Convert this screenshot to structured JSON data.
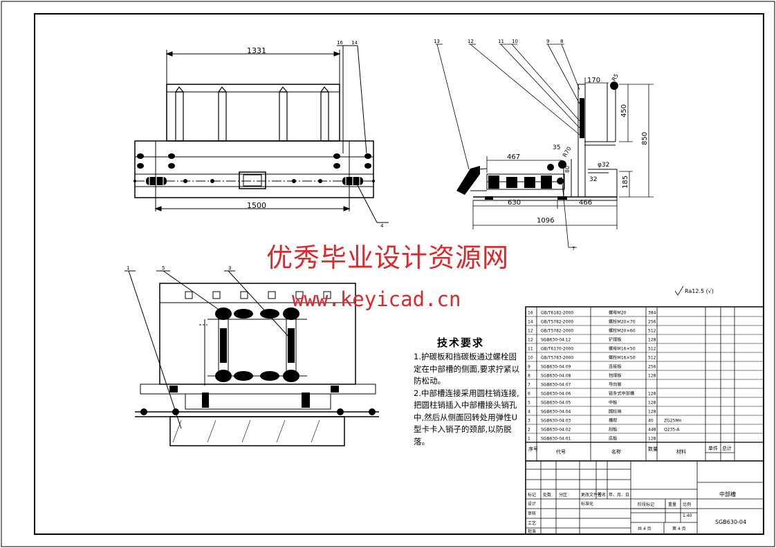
{
  "watermark": {
    "title": "优秀毕业设计资源网",
    "url": "www.keyicad.cn"
  },
  "dimensions": {
    "top_width": "1331",
    "bottom_width": "1500",
    "side_170": "170",
    "side_450": "450",
    "side_850": "850",
    "side_467": "467",
    "side_35": "35",
    "side_r70": "R70",
    "side_phi32": "φ32",
    "side_80": "80",
    "side_32": "32",
    "side_185": "185",
    "side_630": "630",
    "side_466": "466",
    "side_1096": "1096",
    "side_r5": "R5"
  },
  "balloons": {
    "b16": "16",
    "b14": "14",
    "b4": "4",
    "b13": "13",
    "b12": "12",
    "b11": "11",
    "b10": "10",
    "b9": "9",
    "b8": "8",
    "b7": "7",
    "b1": "1",
    "b5": "5",
    "b3": "3"
  },
  "roughness": "Ra12.5 (√)",
  "tech_requirements": {
    "title": "技术要求",
    "items": [
      "1.护碳板和挡碳板通过螺栓固定在中部槽的侧面,要求拧紧以防松动。",
      "2.中部槽连接采用圆柱销连接,把圆柱销插入中部槽接头销孔中,然后从侧面回转处用弹性U型卡卡入销子的颈部,以防脱落。"
    ]
  },
  "title_block": {
    "drawing_name": "中部槽",
    "drawing_no": "SGB630-04",
    "scale": "1:40",
    "sheets": "共 4 页",
    "sheet_no": "第 4 页",
    "stage_label": "阶段标记",
    "weight_label": "重量",
    "scale_label": "比例",
    "sign_labels": [
      "标记",
      "处数",
      "分区",
      "更改文件号",
      "签名",
      "年、月、日"
    ],
    "role_labels": [
      "设计",
      "审核",
      "工艺",
      "批准"
    ],
    "std_label": "标准化"
  },
  "bom": {
    "headers": {
      "seq": "序号",
      "code": "代号",
      "name": "名称",
      "qty": "数量",
      "material": "材料",
      "unit_weight": "单件",
      "total_weight": "总计"
    },
    "rows": [
      {
        "seq": "16",
        "code": "GB/T6182-2000",
        "name": "螺母M20",
        "qty": "384",
        "material": "",
        "note": ""
      },
      {
        "seq": "14",
        "code": "GB/T5782-2000",
        "name": "螺栓M20×70",
        "qty": "256",
        "material": "",
        "note": ""
      },
      {
        "seq": "12",
        "code": "GB/T5782-2000",
        "name": "螺栓M20×60",
        "qty": "512",
        "material": "",
        "note": ""
      },
      {
        "seq": "12",
        "code": "SGB630-04.12",
        "name": "铲煤板",
        "qty": "128",
        "material": "",
        "note": ""
      },
      {
        "seq": "11",
        "code": "GB/T6170-2000",
        "name": "螺母M16×50",
        "qty": "512",
        "material": "",
        "note": ""
      },
      {
        "seq": "10",
        "code": "GB/T5783-2000",
        "name": "螺栓M16×50",
        "qty": "512",
        "material": "",
        "note": ""
      },
      {
        "seq": "9",
        "code": "SGB630-04.09",
        "name": "连接板",
        "qty": "256",
        "material": "",
        "note": ""
      },
      {
        "seq": "8",
        "code": "SGB630-04.08",
        "name": "挡煤板",
        "qty": "128",
        "material": "",
        "note": ""
      },
      {
        "seq": "7",
        "code": "SGB630-04.07",
        "name": "导向管",
        "qty": "",
        "material": "",
        "note": ""
      },
      {
        "seq": "6",
        "code": "SGB630-04.06",
        "name": "链条式中部槽",
        "qty": "128",
        "material": "",
        "note": ""
      },
      {
        "seq": "5",
        "code": "SGB630-04.05",
        "name": "中板",
        "qty": "128",
        "material": "",
        "note": ""
      },
      {
        "seq": "4",
        "code": "SGB630-04.04",
        "name": "圆柱销",
        "qty": "128",
        "material": "",
        "note": ""
      },
      {
        "seq": "3",
        "code": "SGB630-04.03",
        "name": "槽帮",
        "qty": "40",
        "material": "ZG25Mn",
        "note": ""
      },
      {
        "seq": "2",
        "code": "SGB630-04.02",
        "name": "刮板",
        "qty": "448",
        "material": "Q235-A",
        "note": ""
      },
      {
        "seq": "1",
        "code": "SGB630-04.01",
        "name": "底板",
        "qty": "128",
        "material": "",
        "note": ""
      }
    ]
  }
}
